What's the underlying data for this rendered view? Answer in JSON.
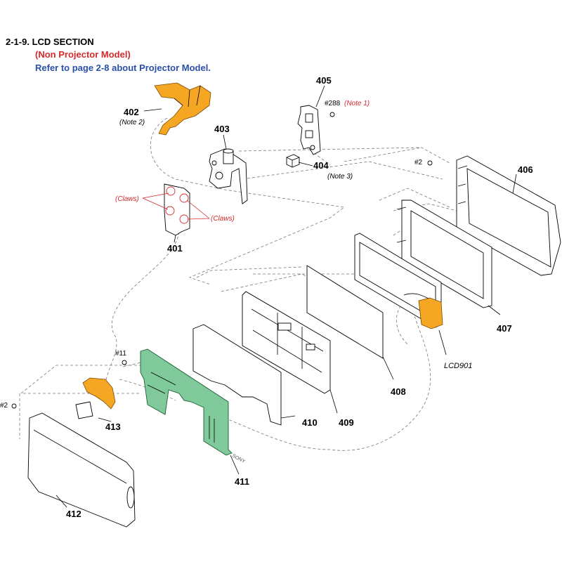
{
  "header": {
    "title": "2-1-9. LCD SECTION",
    "subtitle_red": "(Non Projector Model)",
    "subtitle_blue": "Refer to page 2-8 about Projector Model.",
    "colors": {
      "red": "#d42a2a",
      "blue": "#2a4fa8",
      "orange": "#f5a623",
      "green": "#7fc99a"
    }
  },
  "parts": {
    "p401": "401",
    "p402": "402",
    "p403": "403",
    "p404": "404",
    "p405": "405",
    "p406": "406",
    "p407": "407",
    "p408": "408",
    "p409": "409",
    "p410": "410",
    "p411": "411",
    "p412": "412",
    "p413": "413",
    "lcd901": "LCD901"
  },
  "notes": {
    "note1": "(Note 1)",
    "note2": "(Note 2)",
    "note3": "(Note 3)",
    "claws": "(Claws)"
  },
  "screws": {
    "s288": "#288",
    "s2": "#2",
    "s11": "#11"
  },
  "brand": "SONY"
}
